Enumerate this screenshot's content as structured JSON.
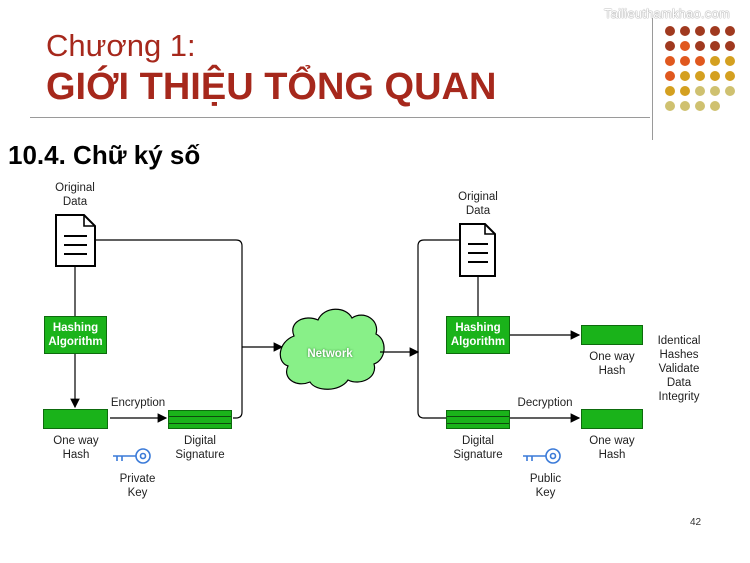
{
  "header": {
    "watermark": "Tailieuthamkhao.com",
    "title_line1": "Chương 1:",
    "title_line2": "GIỚI THIỆU TỔNG QUAN",
    "subtitle": "10.4. Chữ ký số"
  },
  "decoration": {
    "dot_colors": [
      [
        "#a0391f",
        "#a0391f",
        "#a0391f",
        "#a0391f",
        "#a0391f"
      ],
      [
        "#a0391f",
        "#e0581e",
        "#a0391f",
        "#a0391f",
        "#a0391f"
      ],
      [
        "#e0581e",
        "#e0581e",
        "#e0581e",
        "#d4a020",
        "#d4a020"
      ],
      [
        "#e0581e",
        "#d4a020",
        "#d4a020",
        "#d4a020",
        "#d4a020"
      ],
      [
        "#d4a020",
        "#d4a020",
        "#cfc170",
        "#cfc170",
        "#cfc170"
      ],
      [
        "#cfc170",
        "#cfc170",
        "#cfc170",
        "#cfc170",
        ""
      ]
    ]
  },
  "diagram": {
    "sender": {
      "original_data": "Original\nData",
      "hashing": "Hashing\nAlgorithm",
      "hash": "One way\nHash",
      "encryption": "Encryption",
      "signature": "Digital\nSignature",
      "private_key": "Private\nKey"
    },
    "network": "Network",
    "receiver": {
      "original_data": "Original\nData",
      "hashing": "Hashing\nAlgorithm",
      "hash_top": "One way\nHash",
      "signature": "Digital\nSignature",
      "decryption": "Decryption",
      "hash_bottom": "One way\nHash",
      "public_key": "Public\nKey",
      "result": "Identical\nHashes\nValidate\nData\nIntegrity"
    },
    "colors": {
      "green_fill": "#1ab31a",
      "green_border": "#0d6b0d",
      "cloud_fill": "#88f088",
      "key_color": "#3a7ad8"
    }
  },
  "footer": {
    "page_number": "42"
  }
}
